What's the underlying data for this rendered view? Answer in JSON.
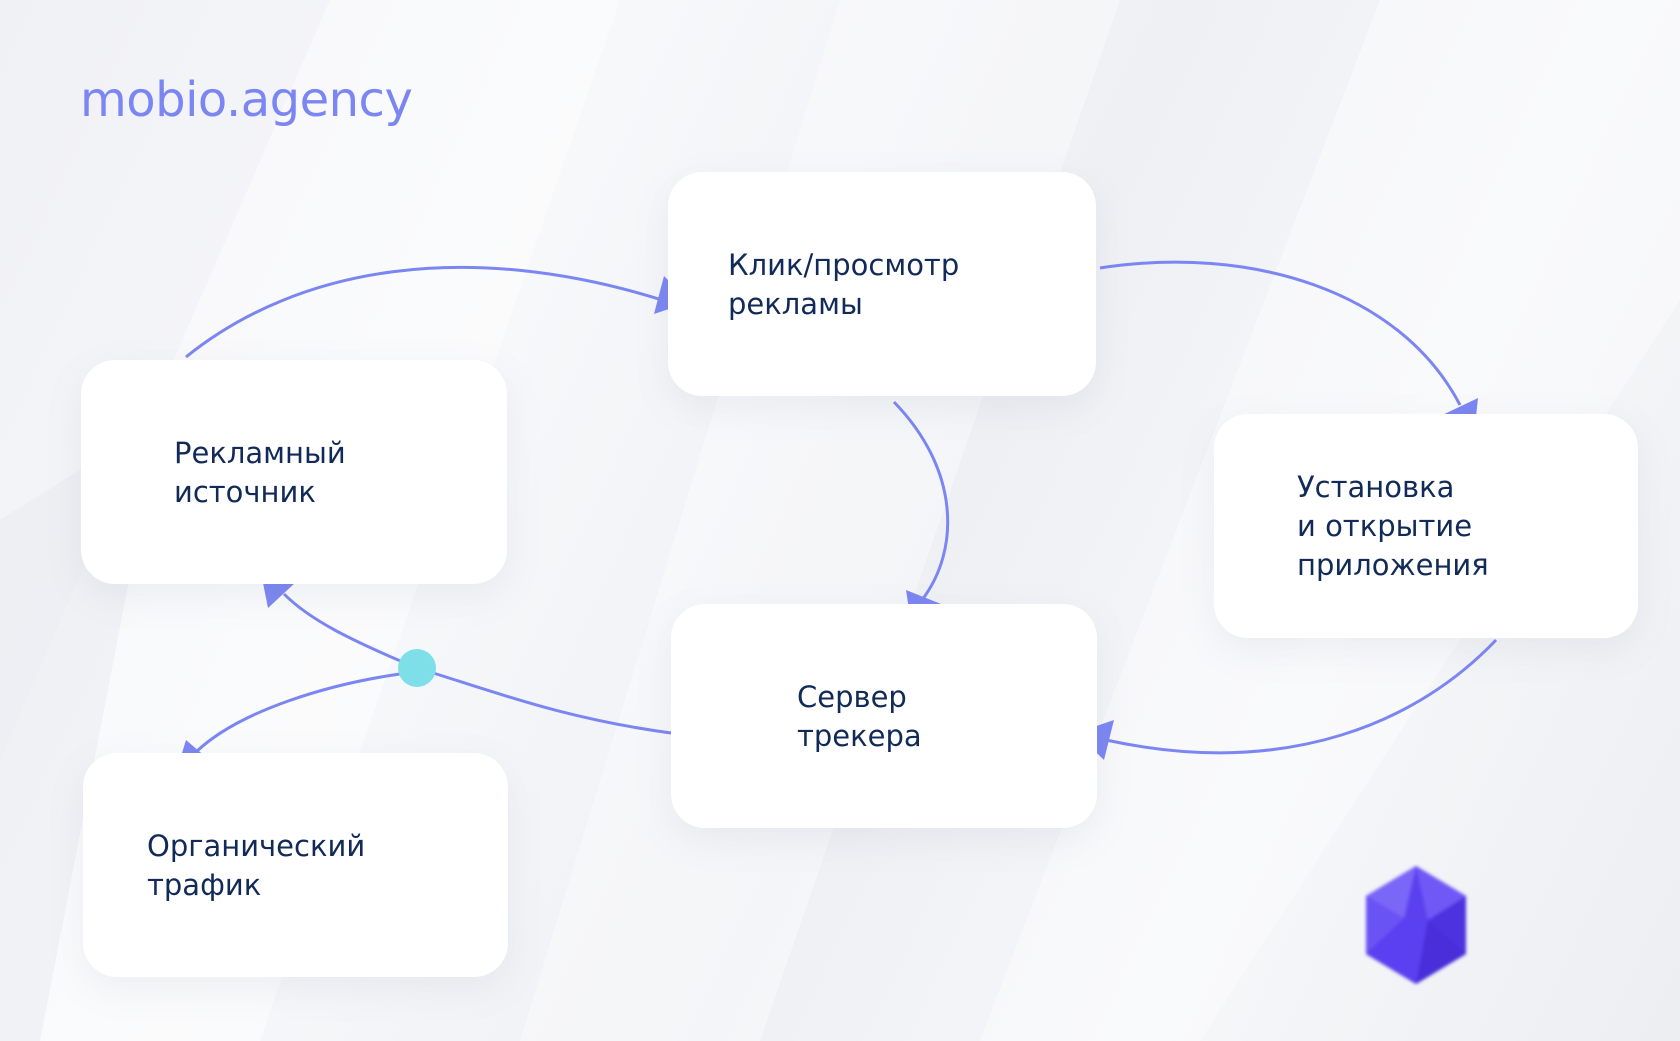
{
  "brand": {
    "name": "mobio.agency",
    "color": "#7b86f2"
  },
  "colors": {
    "arrow": "#7b86f2",
    "node_text": "#122a57",
    "junction": "#7fdfe9",
    "corner_logo": "#5a3df0"
  },
  "nodes": [
    {
      "id": "source",
      "label": "Рекламный\nисточник"
    },
    {
      "id": "click",
      "label": "Клик/просмотр\nрекламы"
    },
    {
      "id": "install",
      "label": "Установка\nи открытие\nприложения"
    },
    {
      "id": "server",
      "label": "Сервер\nтрекера"
    },
    {
      "id": "organic",
      "label": "Органический\nтрафик"
    }
  ],
  "edges": [
    {
      "from": "source",
      "to": "click"
    },
    {
      "from": "click",
      "to": "install"
    },
    {
      "from": "click",
      "to": "server"
    },
    {
      "from": "install",
      "to": "server"
    },
    {
      "from": "server",
      "to": "source",
      "via": "junction"
    },
    {
      "from": "junction",
      "to": "organic"
    }
  ],
  "corner_logo_icon": "polyhedron-logo-icon"
}
